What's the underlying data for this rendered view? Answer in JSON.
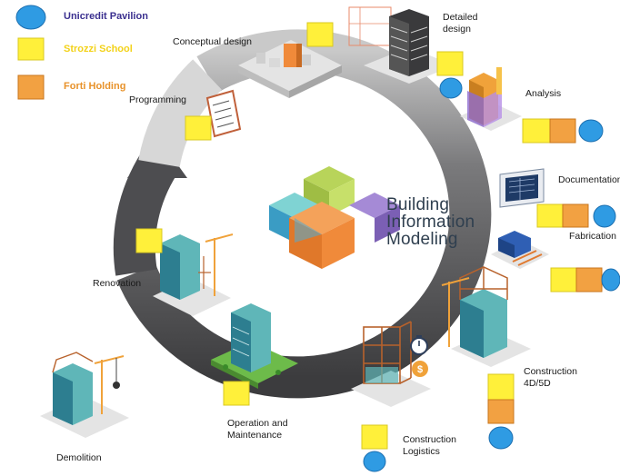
{
  "legend": [
    {
      "label": "Unicredit Pavilion",
      "shape": "circle",
      "color": "#2f9be3",
      "text_color": "#3a2f8f"
    },
    {
      "label": "Strozzi School",
      "shape": "square",
      "color": "#fff03a",
      "text_color": "#f3d21a"
    },
    {
      "label": "Forti Holding",
      "shape": "square",
      "color": "#f2a142",
      "text_color": "#e8922a"
    }
  ],
  "center": {
    "title_lines": [
      "Building",
      "Information",
      "Modeling"
    ],
    "logo_colors": [
      "#6cc8c8",
      "#b8d45a",
      "#8f74c6",
      "#f08a3a",
      "#3a9cc4"
    ]
  },
  "stages": [
    {
      "key": "conceptual",
      "label": "Conceptual design"
    },
    {
      "key": "detailed",
      "label": "Detailed\ndesign"
    },
    {
      "key": "analysis",
      "label": "Analysis"
    },
    {
      "key": "documentation",
      "label": "Documentation"
    },
    {
      "key": "fabrication",
      "label": "Fabrication"
    },
    {
      "key": "construction4d",
      "label": "Construction\n4D/5D"
    },
    {
      "key": "logistics",
      "label": "Construction\nLogistics"
    },
    {
      "key": "operation",
      "label": "Operation and\nMaintenance"
    },
    {
      "key": "demolition",
      "label": "Demolition"
    },
    {
      "key": "renovation",
      "label": "Renovation"
    },
    {
      "key": "programming",
      "label": "Programming"
    }
  ],
  "colors": {
    "ring": "#4a4a4c",
    "ring_light": "#bdbdbd",
    "building_teal": "#5fb6b8",
    "building_dark": "#2d5e72",
    "crane": "#f0a23a",
    "rust": "#b8622c",
    "grass": "#6dbb4a"
  },
  "icons": [
    "stopwatch-icon",
    "dollar-coin-icon",
    "document-clipboard-icon"
  ]
}
